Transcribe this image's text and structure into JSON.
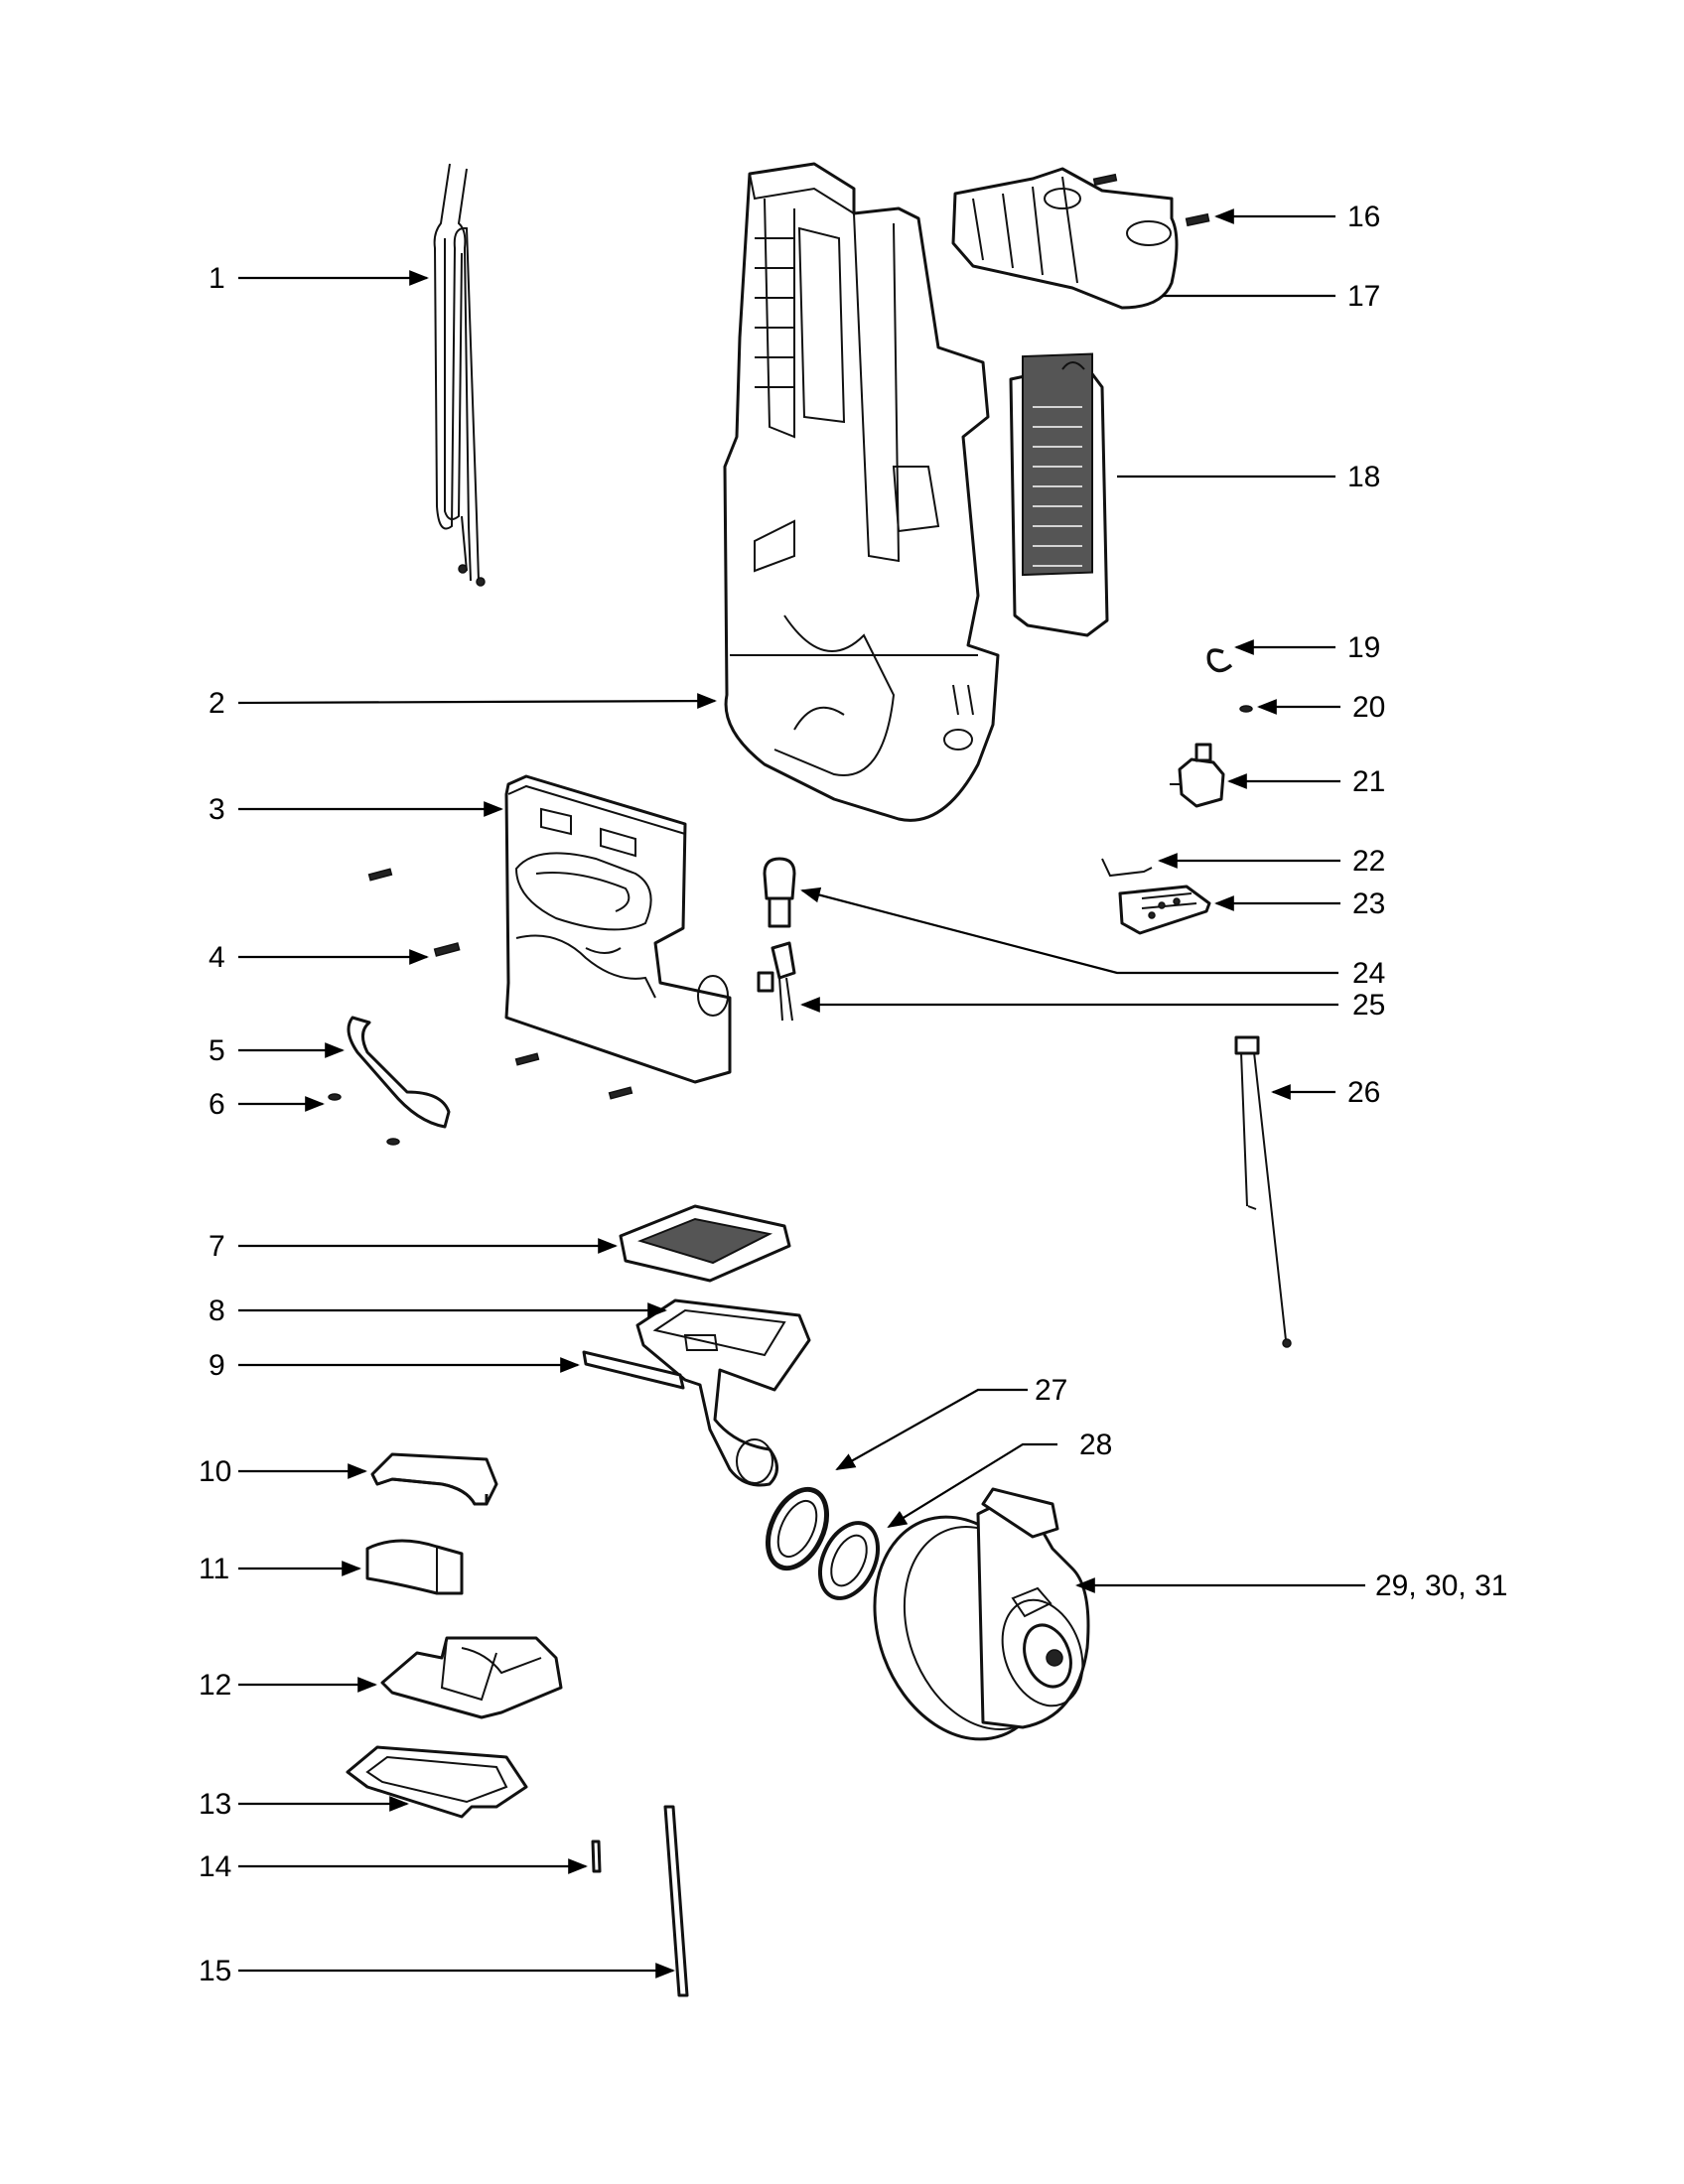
{
  "callouts": [
    {
      "id": "c1",
      "label": "1"
    },
    {
      "id": "c2",
      "label": "2"
    },
    {
      "id": "c3",
      "label": "3"
    },
    {
      "id": "c4",
      "label": "4"
    },
    {
      "id": "c5",
      "label": "5"
    },
    {
      "id": "c6",
      "label": "6"
    },
    {
      "id": "c7",
      "label": "7"
    },
    {
      "id": "c8",
      "label": "8"
    },
    {
      "id": "c9",
      "label": "9"
    },
    {
      "id": "c10",
      "label": "10"
    },
    {
      "id": "c11",
      "label": "11"
    },
    {
      "id": "c12",
      "label": "12"
    },
    {
      "id": "c13",
      "label": "13"
    },
    {
      "id": "c14",
      "label": "14"
    },
    {
      "id": "c15",
      "label": "15"
    },
    {
      "id": "c16",
      "label": "16"
    },
    {
      "id": "c17",
      "label": "17"
    },
    {
      "id": "c18",
      "label": "18"
    },
    {
      "id": "c19",
      "label": "19"
    },
    {
      "id": "c20",
      "label": "20"
    },
    {
      "id": "c21",
      "label": "21"
    },
    {
      "id": "c22",
      "label": "22"
    },
    {
      "id": "c23",
      "label": "23"
    },
    {
      "id": "c24",
      "label": "24"
    },
    {
      "id": "c25",
      "label": "25"
    },
    {
      "id": "c26",
      "label": "26"
    },
    {
      "id": "c27",
      "label": "27"
    },
    {
      "id": "c28",
      "label": "28"
    },
    {
      "id": "c29",
      "label": "29, 30, 31"
    }
  ],
  "colors": {
    "ink": "#111111",
    "background": "#ffffff"
  }
}
